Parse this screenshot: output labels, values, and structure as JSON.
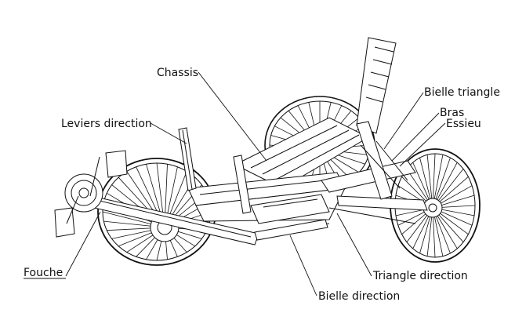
{
  "labels": {
    "chassis": "Chassis",
    "leviers_direction": "Leviers direction",
    "fouche": "Fouche",
    "bielle_triangle": "Bielle triangle",
    "bras": "Bras",
    "essieu": "Essieu",
    "triangle_direction": "Triangle direction",
    "bielle_direction": "Bielle direction"
  },
  "colors": {
    "line": "#111111",
    "background": "#ffffff"
  }
}
